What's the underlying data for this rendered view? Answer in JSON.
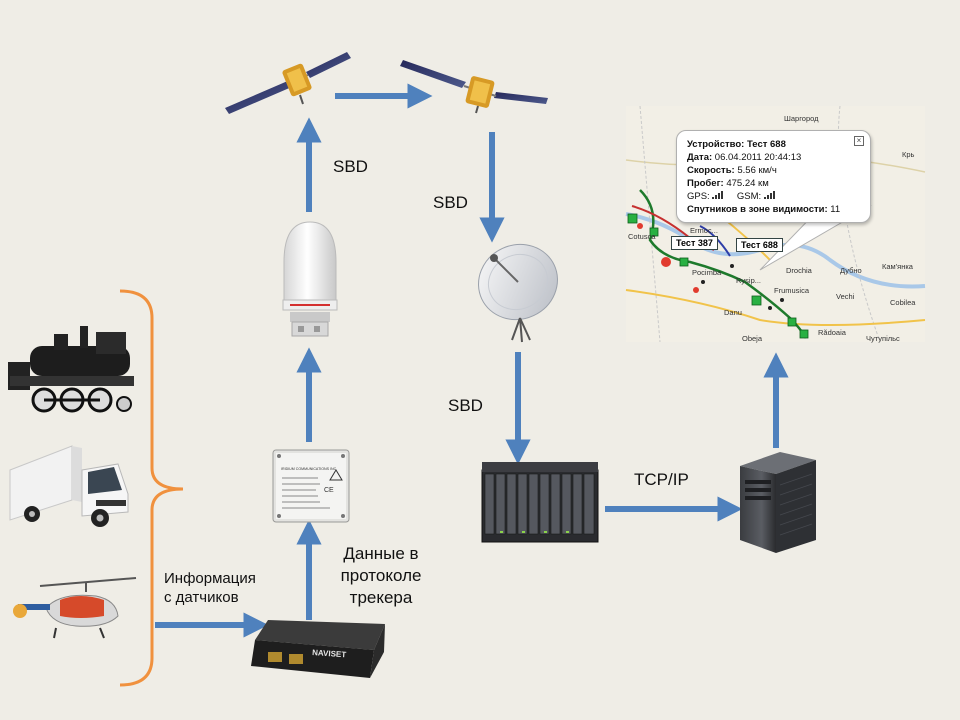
{
  "labels": {
    "sbd_top": "SBD",
    "sbd_mid": "SBD",
    "sbd_low": "SBD",
    "tcpip": "TCP/IP",
    "info_line1": "Информация",
    "info_line2": "с датчиков",
    "proto_line1": "Данные в",
    "proto_line2": "протоколе",
    "proto_line3": "трекера"
  },
  "map": {
    "popup": {
      "device_label": "Устройство:",
      "device_value": "Тест 688",
      "date_label": "Дата:",
      "date_value": "06.04.2011 20:44:13",
      "speed_label": "Скорость:",
      "speed_value": "5.56 км/ч",
      "mileage_label": "Пробег:",
      "mileage_value": "475.24 км",
      "gps_label": "GPS:",
      "gsm_label": "GSM:",
      "sats_label": "Спутников в зоне видимости:",
      "sats_value": "11",
      "close": "×"
    },
    "tag_a": "Тест 387",
    "tag_b": "Тест 688",
    "places": {
      "p1": "Шаргород",
      "p2": "Cotusca",
      "p3": "Pocimba",
      "p4": "Rysip...",
      "p5": "Drochia",
      "p6": "Frumusica",
      "p7": "Дубно",
      "p8": "Кам'янка",
      "p9": "Danu",
      "p10": "Obeja",
      "p11": "Rădoaia",
      "p12": "Чутупільс",
      "p13": "Cobilea",
      "p14": "Vechi",
      "p15": "Ermoc...",
      "p16": "Крь"
    }
  },
  "device_text": {
    "modem_l1": "IRIDIUM COMMUNICATIONS INC",
    "tracker_brand": "NAVISET"
  },
  "colors": {
    "arrow": "#4f81bd",
    "brace": "#f0913e",
    "background": "#efede6"
  }
}
